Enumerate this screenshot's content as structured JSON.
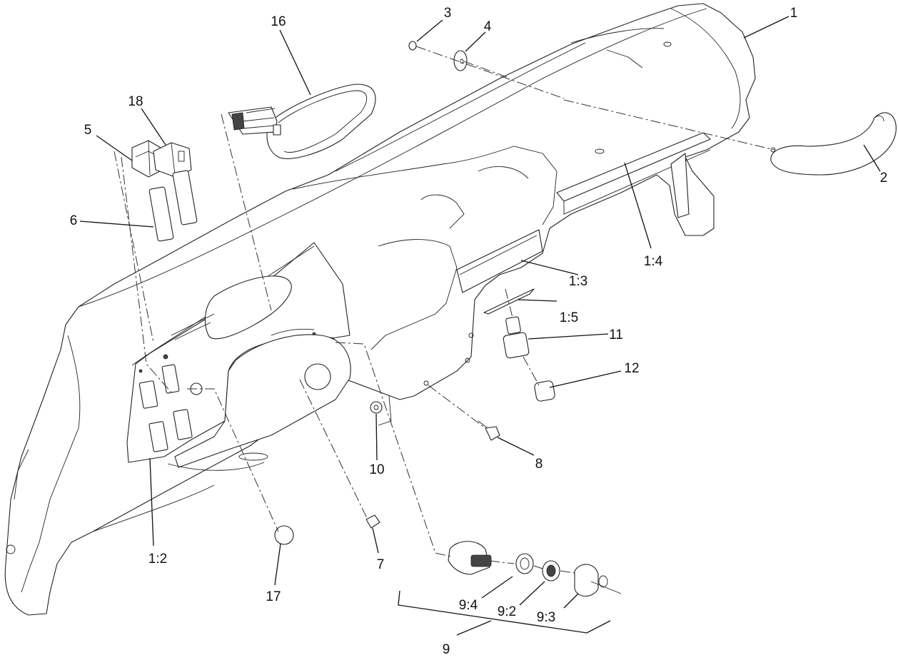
{
  "callouts": [
    {
      "id": "c1",
      "label": "1"
    },
    {
      "id": "c2",
      "label": "2"
    },
    {
      "id": "c3",
      "label": "3"
    },
    {
      "id": "c4",
      "label": "4"
    },
    {
      "id": "c5",
      "label": "5"
    },
    {
      "id": "c6",
      "label": "6"
    },
    {
      "id": "c7",
      "label": "7"
    },
    {
      "id": "c8",
      "label": "8"
    },
    {
      "id": "c9",
      "label": "9"
    },
    {
      "id": "c10",
      "label": "10"
    },
    {
      "id": "c11",
      "label": "11"
    },
    {
      "id": "c12",
      "label": "12"
    },
    {
      "id": "c16",
      "label": "16"
    },
    {
      "id": "c17",
      "label": "17"
    },
    {
      "id": "c18",
      "label": "18"
    },
    {
      "id": "c1_2",
      "label": "1:2"
    },
    {
      "id": "c1_3",
      "label": "1:3"
    },
    {
      "id": "c1_4",
      "label": "1:4"
    },
    {
      "id": "c1_5",
      "label": "1:5"
    },
    {
      "id": "c9_2",
      "label": "9:2"
    },
    {
      "id": "c9_3",
      "label": "9:3"
    },
    {
      "id": "c9_4",
      "label": "9:4"
    }
  ]
}
